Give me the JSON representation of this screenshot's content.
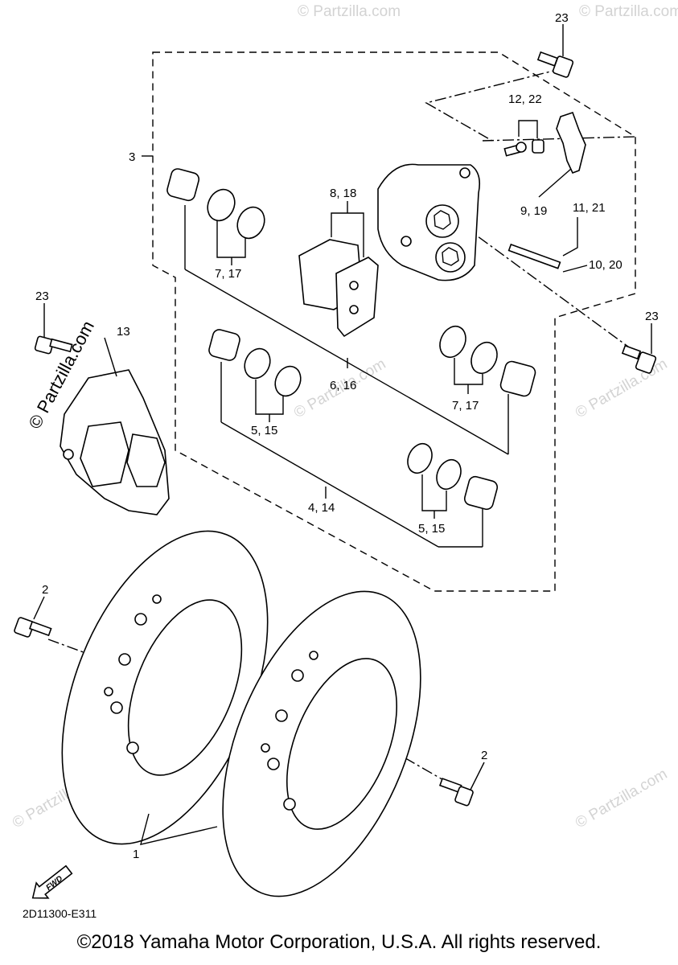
{
  "callouts": {
    "c1": "1",
    "c2a": "2",
    "c2b": "2",
    "c3": "3",
    "c4_14": "4, 14",
    "c5_15a": "5, 15",
    "c5_15b": "5, 15",
    "c6_16": "6, 16",
    "c7_17a": "7, 17",
    "c7_17b": "7, 17",
    "c8_18": "8, 18",
    "c9_19": "9, 19",
    "c10_20": "10, 20",
    "c11_21": "11, 21",
    "c12_22": "12, 22",
    "c13": "13",
    "c23a": "23",
    "c23b": "23",
    "c23c": "23"
  },
  "fwd_label": "FWD",
  "diagram_code": "2D11300-E311",
  "copyright": "©2018 Yamaha Motor Corporation, U.S.A. All rights reserved.",
  "watermark": "© Partzilla.com"
}
